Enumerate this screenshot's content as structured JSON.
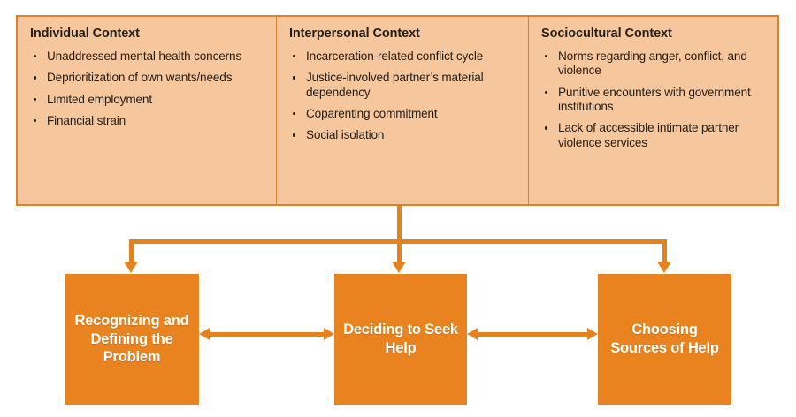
{
  "figure": {
    "type": "conceptual-flow-diagram",
    "colors": {
      "panel_fill": "#F6C69D",
      "panel_border": "#D9832A",
      "box_fill": "#E8831F",
      "arrow": "#E5821E",
      "text_dark": "#231f17",
      "text_light": "#FFFFFF",
      "background": "#FFFFFF"
    }
  },
  "context_panel": {
    "columns": [
      {
        "title": "Individual Context",
        "items": [
          "Unaddressed mental health concerns",
          "Deprioritization of own wants/needs",
          "Limited employment",
          "Financial strain"
        ]
      },
      {
        "title": "Interpersonal Context",
        "items": [
          "Incarceration-related conflict cycle",
          "Justice-involved partner’s material dependency",
          "Coparenting commitment",
          "Social isolation"
        ]
      },
      {
        "title": "Sociocultural Context",
        "items": [
          "Norms regarding anger, conflict, and violence",
          "Punitive encounters with government institutions",
          "Lack of accessible intimate partner violence services"
        ]
      }
    ]
  },
  "stages": [
    {
      "label": "Recognizing and Defining the Problem"
    },
    {
      "label": "Deciding to Seek Help"
    },
    {
      "label": "Choosing Sources of Help"
    }
  ],
  "connectors": {
    "branch_description": "Context panel branches downward into all three stages",
    "between_stages": [
      {
        "from": "Recognizing and Defining the Problem",
        "to": "Deciding to Seek Help",
        "style": "double-headed"
      },
      {
        "from": "Deciding to Seek Help",
        "to": "Choosing Sources of Help",
        "style": "double-headed"
      }
    ]
  }
}
